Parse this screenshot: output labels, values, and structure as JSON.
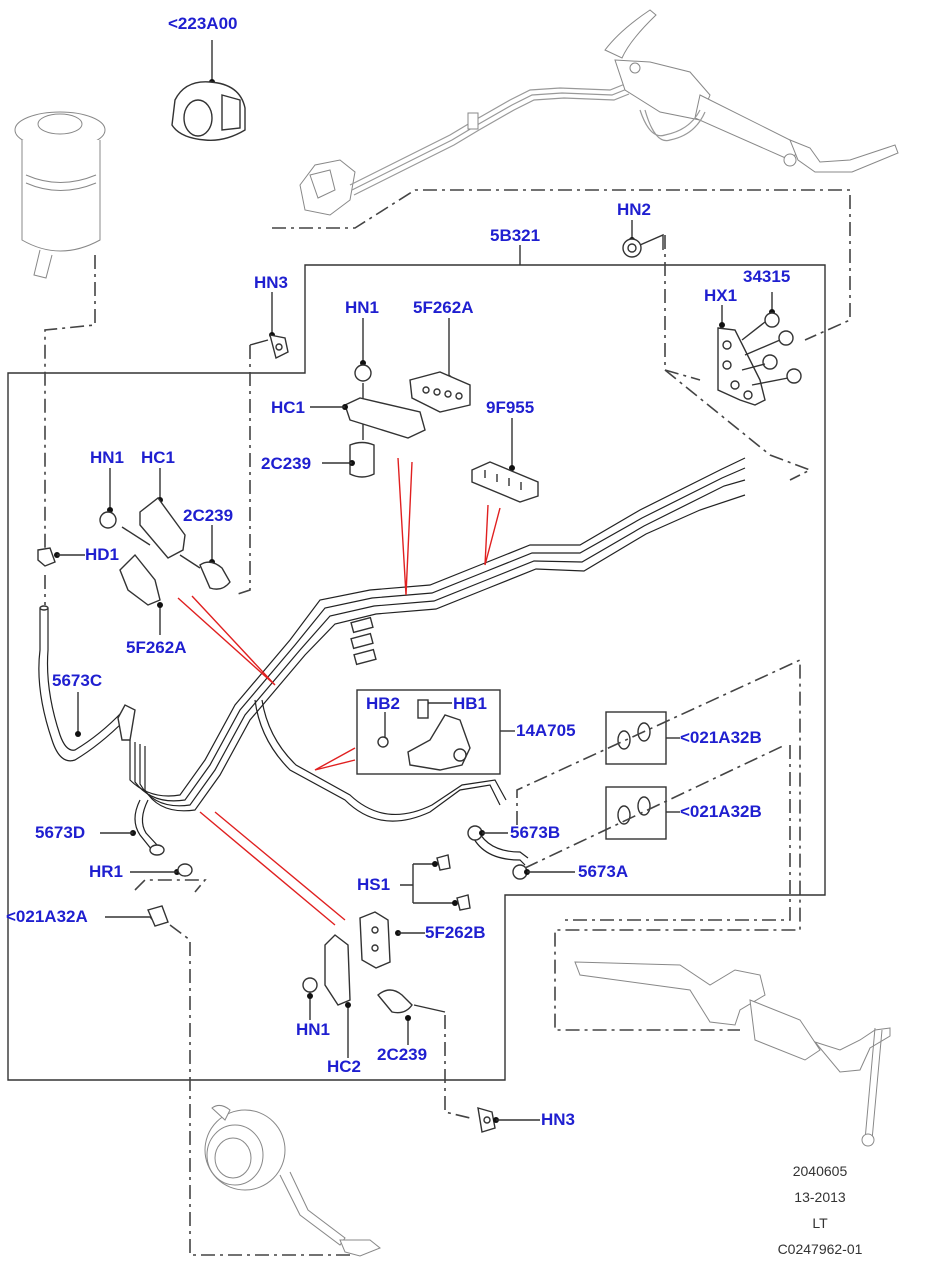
{
  "diagram": {
    "title_block": {
      "line1": "2040605",
      "line2": "13-2013",
      "line3": "LT",
      "line4": "C0247962-01"
    },
    "callouts": {
      "c223A00": "<223A00",
      "c5B321": "5B321",
      "cHN2": "HN2",
      "cHN3_top": "HN3",
      "cHX1": "HX1",
      "c34315": "34315",
      "cHN1_top": "HN1",
      "c5F262A_top": "5F262A",
      "cHC1_top": "HC1",
      "c9F955": "9F955",
      "c2C239_top": "2C239",
      "cHN1_left": "HN1",
      "cHC1_left": "HC1",
      "c2C239_left": "2C239",
      "cHD1": "HD1",
      "c5F262A_left": "5F262A",
      "c5673C": "5673C",
      "cHB2": "HB2",
      "cHB1": "HB1",
      "c14A705": "14A705",
      "c021A32B_1": "<021A32B",
      "c021A32B_2": "<021A32B",
      "c5673B": "5673B",
      "c5673D": "5673D",
      "cHR1": "HR1",
      "cHS1": "HS1",
      "c5673A": "5673A",
      "c021A32A": "<021A32A",
      "c5F262B": "5F262B",
      "cHN1_bottom": "HN1",
      "cHC2": "HC2",
      "c2C239_bottom": "2C239",
      "cHN3_bottom": "HN3"
    },
    "colors": {
      "callout_text": "#1f1fd0",
      "leader_line": "#333333",
      "highlight_line": "#e02020"
    }
  }
}
